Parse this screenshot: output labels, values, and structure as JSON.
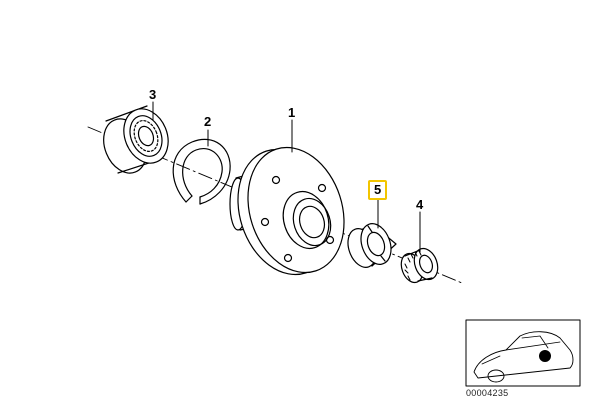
{
  "callouts": {
    "hub": "1",
    "circlip": "2",
    "bearing": "3",
    "collar_nut": "4",
    "lock_plate": "5"
  },
  "highlighted_callout": "5",
  "reference_code": "00004235",
  "colors": {
    "highlight": "#f2c500",
    "line": "#000000"
  }
}
